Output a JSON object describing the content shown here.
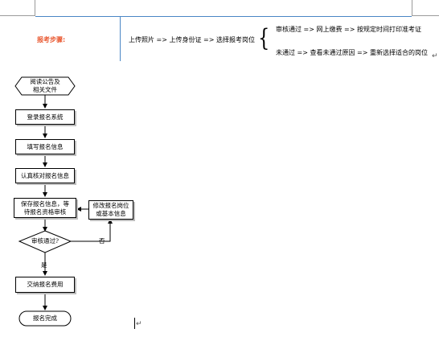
{
  "header": {
    "steps_label": "报考步骤:",
    "steps_main": "上传照片 => 上传身份证 => 选择报考岗位",
    "branch_pass": "审核通过 => 网上缴费 => 按规定时间打印准考证",
    "branch_fail": "未通过 => 查看未通过原因 => 重新选择适合的岗位",
    "brace_glyph": "{",
    "paragraph_mark": "↵"
  },
  "flowchart": {
    "start": [
      "阅读公告及",
      "相关文件"
    ],
    "login": "登录报名系统",
    "fill_info": "填写报名信息",
    "verify_info": "认真核对报名信息",
    "save_info": [
      "保存报名信息，等",
      "待报名资格审核"
    ],
    "modify_info": [
      "修改报名岗位",
      "或基本信息"
    ],
    "decision": "审核通过?",
    "no_label": "否",
    "yes_label": "是",
    "pay_fee": "交纳报名费用",
    "end": "报名完成"
  }
}
